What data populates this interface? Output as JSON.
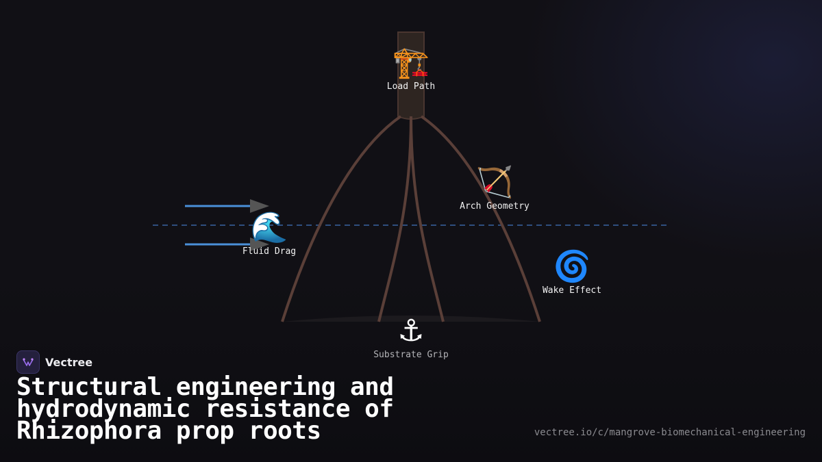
{
  "nodes": {
    "load_path": {
      "icon": "construction-crane",
      "emoji": "🏗️",
      "label": "Load Path"
    },
    "arch_geometry": {
      "icon": "bow-and-arrow",
      "emoji": "🏹",
      "label": "Arch Geometry"
    },
    "fluid_drag": {
      "icon": "water-wave",
      "emoji": "🌊",
      "label": "Fluid Drag"
    },
    "wake_effect": {
      "icon": "cyclone",
      "emoji": "🌀",
      "label": "Wake Effect"
    },
    "substrate_grip": {
      "icon": "anchor",
      "emoji": "⚓",
      "label": "Substrate Grip"
    }
  },
  "brand": {
    "name": "Vectree"
  },
  "title": "Structural engineering and hydrodynamic resistance of Rhizophora prop roots",
  "url": "vectree.io/c/mangrove-biomechanical-engineering",
  "colors": {
    "background": "#111015",
    "root": "#5a3f38",
    "trunk": "#2e2521",
    "flow_arrow": "#4a90d9",
    "arrow_head": "#555555",
    "water_line": "#2f4f7f"
  }
}
